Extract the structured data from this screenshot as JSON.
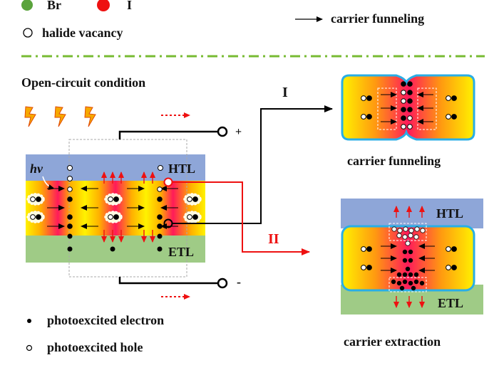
{
  "legend": {
    "br": "Br",
    "i": "I",
    "vacancy": "halide vacancy",
    "funneling": "carrier funneling",
    "electron": "photoexcited electron",
    "hole": "photoexcited hole"
  },
  "colors": {
    "br": "#5aa33c",
    "i": "#ee1111",
    "divider": "#77bb33",
    "htl": "#8ea6d8",
    "etl": "#9fcb86",
    "arrow_red": "#ee1111",
    "cell_border": "#29aee6"
  },
  "diagram": {
    "condition": "Open-circuit condition",
    "hv": "hν",
    "htl": "HTL",
    "etl": "ETL",
    "plus": "+",
    "minus": "-",
    "path_i": "I",
    "path_ii": "II"
  },
  "panels": {
    "funneling_caption": "carrier funneling",
    "extraction_caption": "carrier extraction",
    "htl": "HTL",
    "etl": "ETL"
  }
}
